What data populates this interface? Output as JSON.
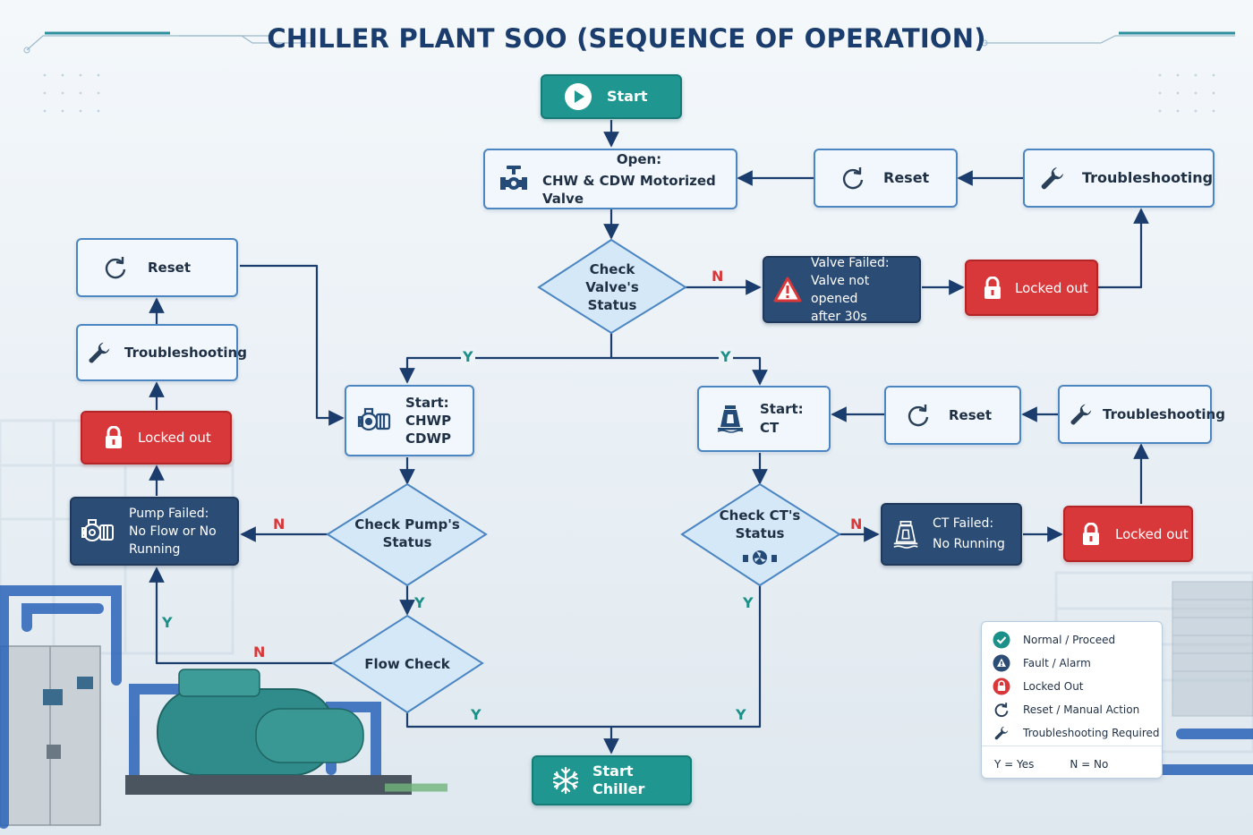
{
  "title": "CHILLER PLANT SOO (SEQUENCE OF OPERATION)",
  "colors": {
    "teal": "#1f9690",
    "navy": "#2b4c74",
    "red": "#d8383a",
    "light_fill": "#f1f7fd",
    "light_border": "#4b86c3",
    "wire": "#1b3d6d",
    "yes": "#1a9088",
    "no": "#d8383a"
  },
  "nodes": {
    "start": {
      "label": "Start",
      "icon": "play-icon"
    },
    "open_valve": {
      "line1": "Open:",
      "line2": "CHW & CDW Motorized Valve",
      "icon": "valve-icon"
    },
    "reset_top": {
      "label": "Reset",
      "icon": "reset-icon"
    },
    "troubleshoot_top": {
      "label": "Troubleshooting",
      "icon": "wrench-icon"
    },
    "check_valve": {
      "line1": "Check",
      "line2": "Valve's",
      "line3": "Status"
    },
    "valve_failed": {
      "line1": "Valve Failed:",
      "line2": "Valve not opened",
      "line3": "after 30s",
      "icon": "warning-icon"
    },
    "locked_top": {
      "label": "Locked out",
      "icon": "lock-icon"
    },
    "reset_left": {
      "label": "Reset",
      "icon": "reset-icon"
    },
    "troubleshoot_left": {
      "label": "Troubleshooting",
      "icon": "wrench-icon"
    },
    "locked_left": {
      "label": "Locked out",
      "icon": "lock-icon"
    },
    "pump_failed": {
      "line1": "Pump Failed:",
      "line2": "No Flow or No",
      "line3": "Running",
      "icon": "pump-icon"
    },
    "start_pumps": {
      "line1": "Start:",
      "line2": "CHWP",
      "line3": "CDWP",
      "icon": "pump-icon"
    },
    "check_pump": {
      "line1": "Check Pump's",
      "line2": "Status"
    },
    "flow_check": {
      "label": "Flow Check"
    },
    "start_ct": {
      "line1": "Start:",
      "line2": "CT",
      "icon": "cooling-tower-icon"
    },
    "reset_right": {
      "label": "Reset",
      "icon": "reset-icon"
    },
    "troubleshoot_right": {
      "label": "Troubleshooting",
      "icon": "wrench-icon"
    },
    "check_ct": {
      "line1": "Check CT's",
      "line2": "Status",
      "icon": "fan-icon"
    },
    "ct_failed": {
      "line1": "CT Failed:",
      "line2": "No Running",
      "icon": "cooling-tower-icon"
    },
    "locked_right": {
      "label": "Locked out",
      "icon": "lock-icon"
    },
    "start_chiller": {
      "label": "Start Chiller",
      "icon": "snowflake-icon"
    }
  },
  "branch_labels": {
    "valve_no": "N",
    "valve_yes_left": "Y",
    "valve_yes_right": "Y",
    "pump_no": "N",
    "pump_yes": "Y",
    "flow_no": "N",
    "flow_loop_yes": "Y",
    "flow_yes": "Y",
    "ct_no": "N",
    "ct_yes": "Y",
    "ct_to_chiller_yes": "Y"
  },
  "legend": {
    "items": [
      {
        "label": "Normal / Proceed",
        "icon": "check-icon"
      },
      {
        "label": "Fault / Alarm",
        "icon": "warning-icon"
      },
      {
        "label": "Locked Out",
        "icon": "lock-icon"
      },
      {
        "label": "Reset / Manual Action",
        "icon": "reset-icon"
      },
      {
        "label": "Troubleshooting Required",
        "icon": "wrench-icon"
      }
    ],
    "yes_key": "Y = Yes",
    "no_key": "N = No"
  }
}
